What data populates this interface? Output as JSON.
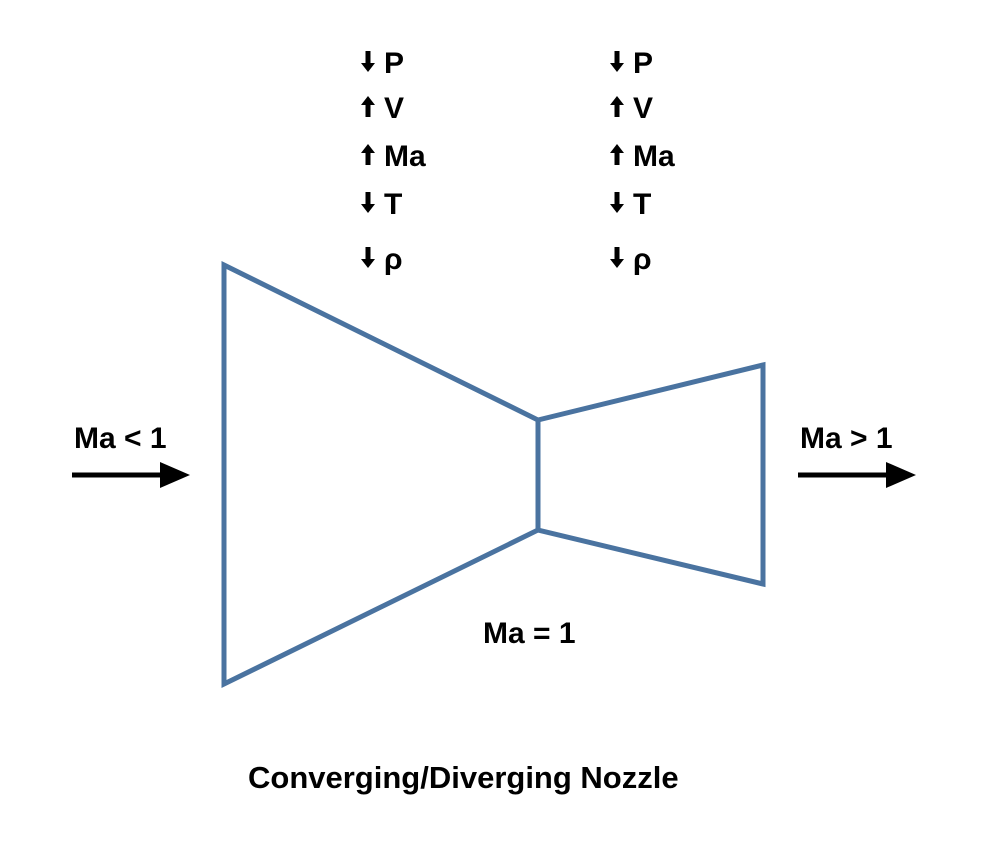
{
  "colors": {
    "nozzle_outline": "#4A73A0",
    "text": "#000000",
    "background": "#ffffff"
  },
  "inlet": {
    "label": "Ma < 1",
    "arrow_icon": "arrow-right-icon"
  },
  "outlet": {
    "label": "Ma > 1",
    "arrow_icon": "arrow-right-icon"
  },
  "throat": {
    "label": "Ma = 1"
  },
  "converging_trends": [
    {
      "symbol": "P",
      "direction": "down",
      "icon": "arrow-down-icon"
    },
    {
      "symbol": "V",
      "direction": "up",
      "icon": "arrow-up-icon"
    },
    {
      "symbol": "Ma",
      "direction": "up",
      "icon": "arrow-up-icon"
    },
    {
      "symbol": "T",
      "direction": "down",
      "icon": "arrow-down-icon"
    },
    {
      "symbol": "ρ",
      "direction": "down",
      "icon": "arrow-down-icon"
    }
  ],
  "diverging_trends": [
    {
      "symbol": "P",
      "direction": "down",
      "icon": "arrow-down-icon"
    },
    {
      "symbol": "V",
      "direction": "up",
      "icon": "arrow-up-icon"
    },
    {
      "symbol": "Ma",
      "direction": "up",
      "icon": "arrow-up-icon"
    },
    {
      "symbol": "T",
      "direction": "down",
      "icon": "arrow-down-icon"
    },
    {
      "symbol": "ρ",
      "direction": "down",
      "icon": "arrow-down-icon"
    }
  ],
  "caption": "Converging/Diverging Nozzle"
}
